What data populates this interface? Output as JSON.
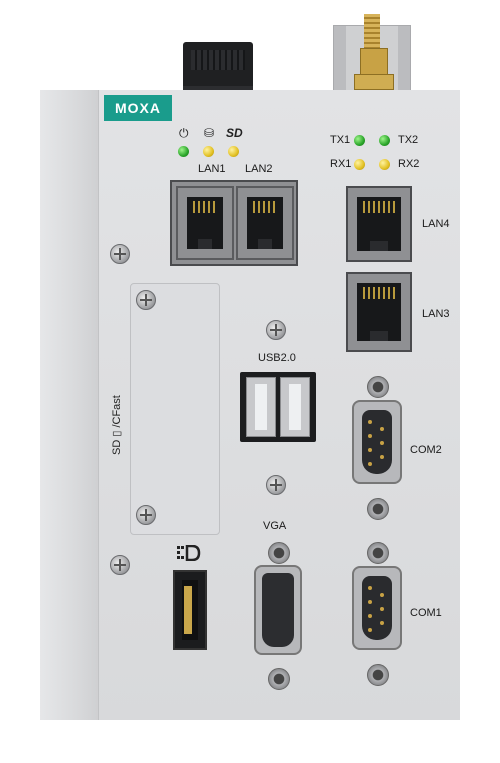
{
  "brand": {
    "logo_text": "MOXA",
    "logo_color": "#1a9c8c"
  },
  "status_leds": {
    "power_icon": "power-icon",
    "storage_icon": "storage-icon",
    "sd_icon_text": "SD",
    "lan1_label": "LAN1",
    "lan2_label": "LAN2",
    "tx1_label": "TX1",
    "tx2_label": "TX2",
    "rx1_label": "RX1",
    "rx2_label": "RX2",
    "colors": {
      "green": "#2aa52a",
      "yellow": "#e2c022"
    }
  },
  "ports": {
    "lan4_label": "LAN4",
    "lan3_label": "LAN3",
    "usb_label": "USB2.0",
    "com2_label": "COM2",
    "com1_label": "COM1",
    "vga_label": "VGA",
    "dp_icon": "displayport-icon",
    "slot_label": "SD ▯ /CFast"
  }
}
